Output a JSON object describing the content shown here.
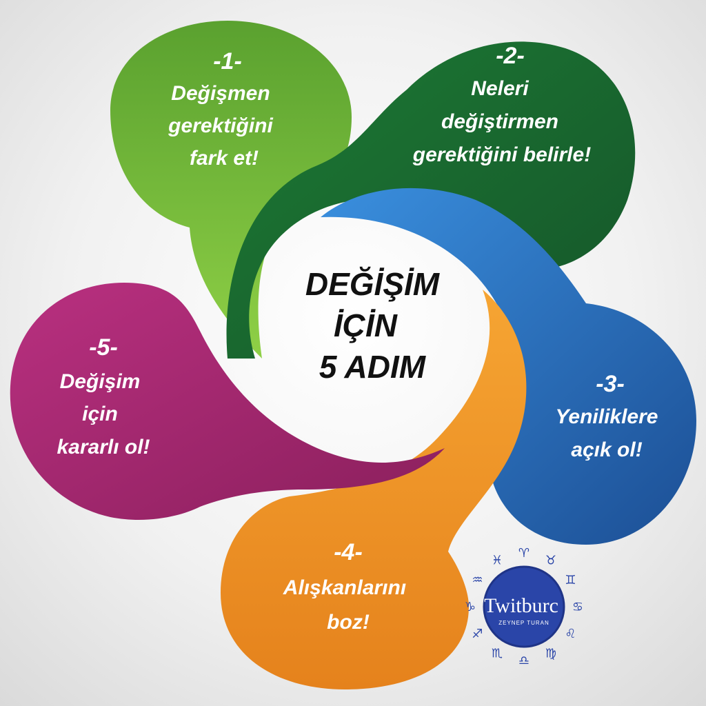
{
  "center": {
    "line1": "DEĞİŞİM",
    "line2": "İÇİN",
    "line3": "5 ADIM"
  },
  "steps": [
    {
      "number": "-1-",
      "lines": [
        "Değişmen",
        "gerektiğini",
        "fark et!"
      ],
      "color": "#6cb23a"
    },
    {
      "number": "-2-",
      "lines": [
        "Neleri",
        "değiştirmen",
        "gerektiğini belirle!"
      ],
      "color": "#1f6a2e"
    },
    {
      "number": "-3-",
      "lines": [
        "Yeniliklere",
        "açık ol!"
      ],
      "color": "#2e7cc8"
    },
    {
      "number": "-4-",
      "lines": [
        "Alışkanlarını",
        "boz!"
      ],
      "color": "#f0962a"
    },
    {
      "number": "-5-",
      "lines": [
        "Değişim",
        "için",
        "kararlı ol!"
      ],
      "color": "#a3266d"
    }
  ],
  "logo": {
    "brand": "Twitburc",
    "sub": "ZEYNEP TURAN",
    "zodiac": [
      "♈",
      "♉",
      "♊",
      "♋",
      "♌",
      "♍",
      "♎",
      "♏",
      "♐",
      "♑",
      "♒",
      "♓"
    ]
  }
}
